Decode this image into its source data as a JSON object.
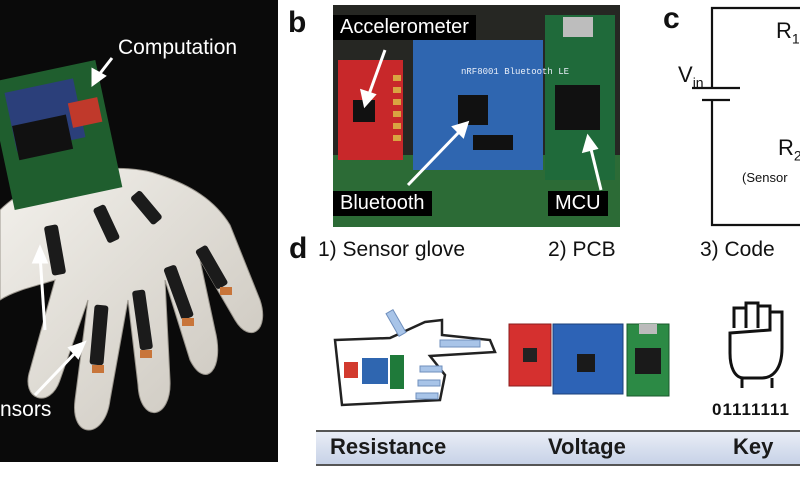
{
  "panel_a": {
    "letter": "",
    "computation_label": "Computation",
    "sensors_label": "nsors"
  },
  "panel_b": {
    "letter": "b",
    "accelerometer": "Accelerometer",
    "bluetooth": "Bluetooth",
    "mcu": "MCU",
    "chip_text": "nRF8001 Bluetooth LE"
  },
  "panel_c": {
    "letter": "c",
    "vin": "V",
    "vin_sub": "in",
    "r1": "R",
    "r1_sub": "1",
    "r2": "R",
    "r2_sub": "2",
    "sensor_note": "(Sensor"
  },
  "panel_d": {
    "letter": "d",
    "step1": "1) Sensor glove",
    "step2": "2) PCB",
    "step3": "3) Code",
    "binary": "01111111",
    "flow": [
      "Resistance",
      "Voltage",
      "Key"
    ]
  }
}
